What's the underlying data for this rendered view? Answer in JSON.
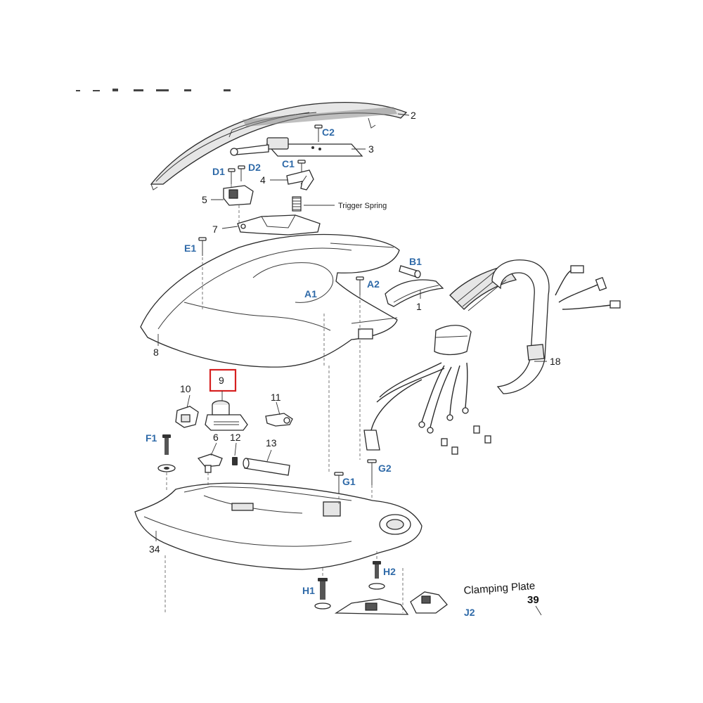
{
  "callouts": {
    "c2": "2",
    "c3": "3",
    "c4": "4",
    "c5": "5",
    "c7": "7",
    "c1": "1",
    "c8": "8",
    "c9": "9",
    "c10": "10",
    "c11": "11",
    "c6": "6",
    "c12": "12",
    "c13": "13",
    "c18": "18",
    "c34": "34"
  },
  "fasteners": {
    "C2": "C2",
    "C1": "C1",
    "D1": "D1",
    "D2": "D2",
    "E1": "E1",
    "B1": "B1",
    "A1": "A1",
    "A2": "A2",
    "F1": "F1",
    "G1": "G1",
    "G2": "G2",
    "H1": "H1",
    "H2": "H2",
    "J2": "J2"
  },
  "notes": {
    "trigger_spring": "Trigger Spring",
    "clamping_plate": "Clamping Plate",
    "page_number": "39"
  },
  "highlight": {
    "part": "9",
    "color": "#d62020"
  },
  "colors": {
    "reference_label": "#2f6aa8",
    "line": "#2a2a2a"
  }
}
